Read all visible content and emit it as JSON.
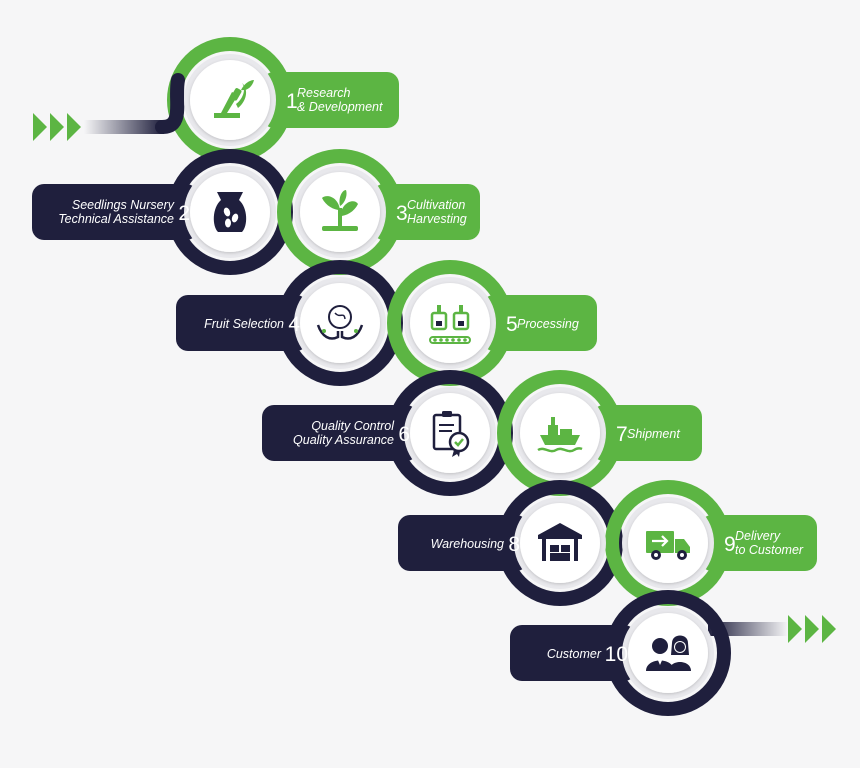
{
  "colors": {
    "green": "#5cb543",
    "navy": "#1f1f3d",
    "white": "#ffffff",
    "halo": "#e8e8ec",
    "background": "#f6f6f7"
  },
  "steps": [
    {
      "number": "1",
      "lines": [
        "Research",
        "& Development"
      ],
      "icon": "microscope-sprout-icon",
      "pill": "green"
    },
    {
      "number": "2",
      "lines": [
        "Seedlings Nursery",
        "Technical Assistance"
      ],
      "icon": "seed-bag-icon",
      "pill": "navy"
    },
    {
      "number": "3",
      "lines": [
        "Cultivation",
        "Harvesting"
      ],
      "icon": "sprout-icon",
      "pill": "green"
    },
    {
      "number": "4",
      "lines": [
        "Fruit Selection"
      ],
      "icon": "hands-fruit-icon",
      "pill": "navy"
    },
    {
      "number": "5",
      "lines": [
        "Processing"
      ],
      "icon": "processing-machine-icon",
      "pill": "green"
    },
    {
      "number": "6",
      "lines": [
        "Quality Control",
        "Quality Assurance"
      ],
      "icon": "clipboard-certificate-icon",
      "pill": "navy"
    },
    {
      "number": "7",
      "lines": [
        "Shipment"
      ],
      "icon": "cargo-ship-icon",
      "pill": "green"
    },
    {
      "number": "8",
      "lines": [
        "Warehousing"
      ],
      "icon": "warehouse-icon",
      "pill": "navy"
    },
    {
      "number": "9",
      "lines": [
        "Delivery",
        "to Customer"
      ],
      "icon": "delivery-truck-icon",
      "pill": "green"
    },
    {
      "number": "10",
      "lines": [
        "Customer"
      ],
      "icon": "customers-icon",
      "pill": "navy"
    }
  ]
}
